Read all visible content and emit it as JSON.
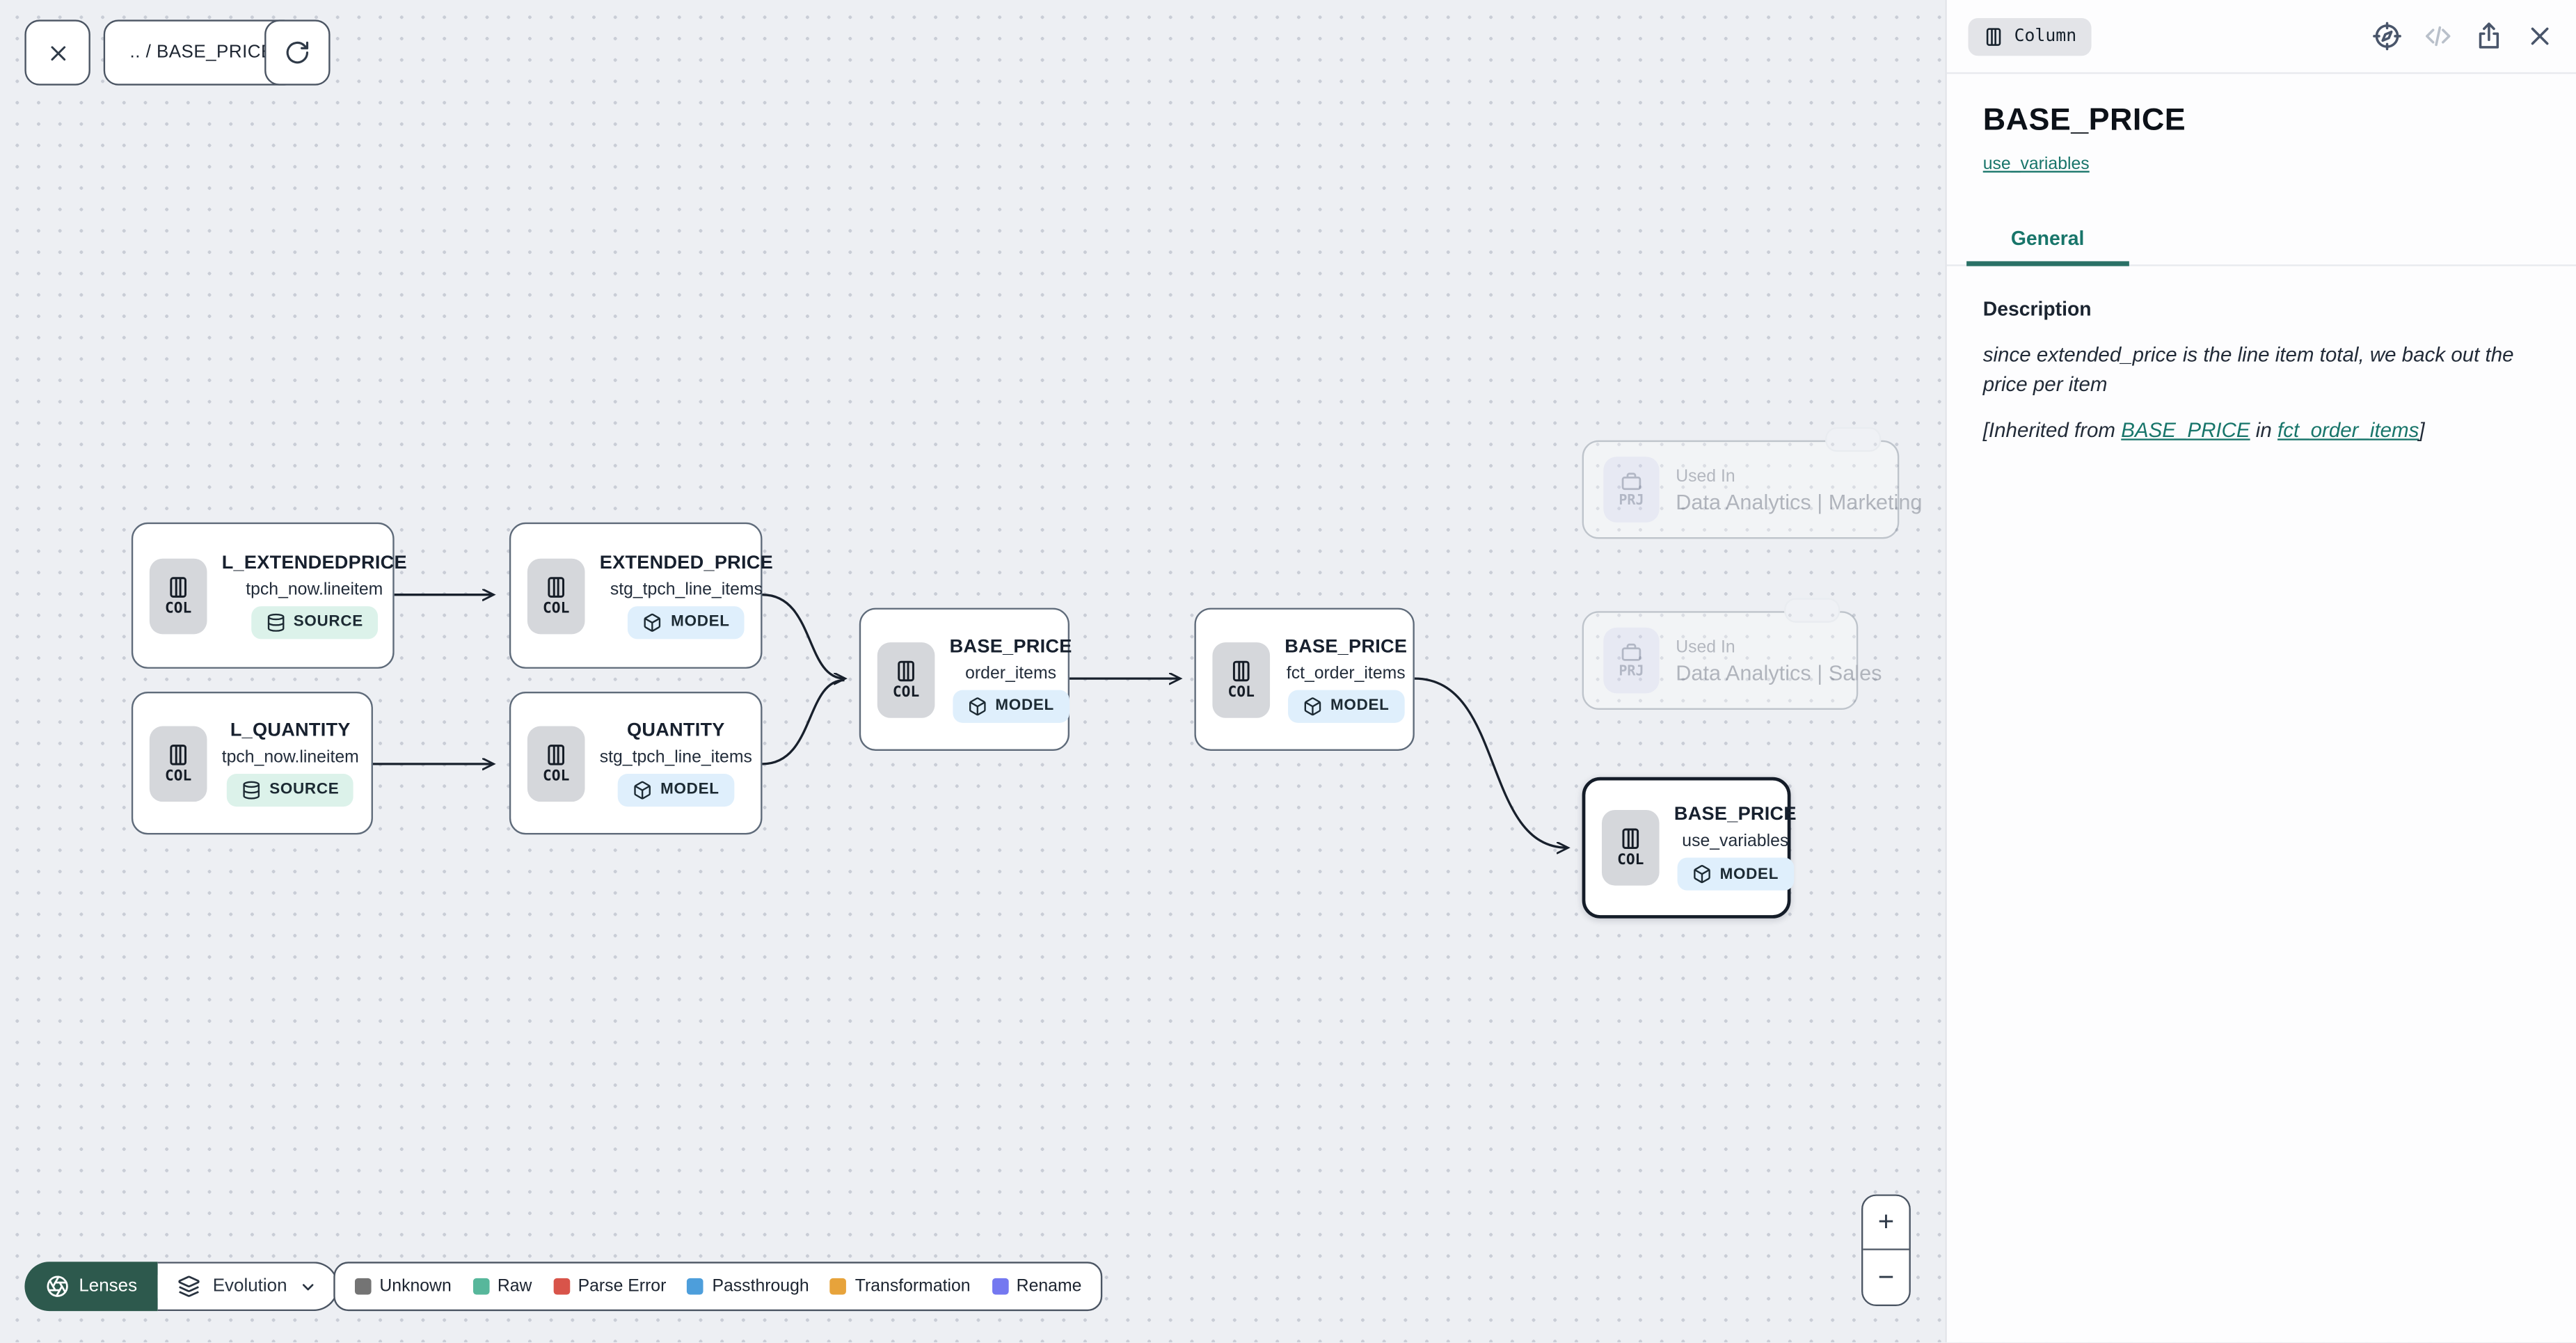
{
  "toolbar": {
    "breadcrumb": ".. / BASE_PRICE"
  },
  "panel": {
    "type_chip": "Column",
    "title": "BASE_PRICE",
    "model_link": "use_variables",
    "tabs": [
      {
        "label": "General"
      }
    ],
    "description": {
      "label": "Description",
      "text": "since extended_price is the line item total, we back out the price per item",
      "inherited_prefix": "[Inherited from ",
      "inherited_column_link": "BASE_PRICE",
      "inherited_connector": " in ",
      "inherited_model_link": "fct_order_items",
      "inherited_suffix": "]"
    }
  },
  "canvas": {
    "nodes": [
      {
        "type_badge": "RAW",
        "title": "L_EXTENDEDPRICE",
        "subtitle": "tpch_now.lineitem",
        "kind": "SOURCE",
        "icon_label": "COL"
      },
      {
        "type_badge": "RENAME",
        "title": "EXTENDED_PRICE",
        "subtitle": "stg_tpch_line_items",
        "kind": "MODEL",
        "icon_label": "COL"
      },
      {
        "type_badge": "RAW",
        "title": "L_QUANTITY",
        "subtitle": "tpch_now.lineitem",
        "kind": "SOURCE",
        "icon_label": "COL"
      },
      {
        "type_badge": "RENAME",
        "title": "QUANTITY",
        "subtitle": "stg_tpch_line_items",
        "kind": "MODEL",
        "icon_label": "COL"
      },
      {
        "type_badge": "TRANSFORMATION",
        "title": "BASE_PRICE",
        "subtitle": "order_items",
        "kind": "MODEL",
        "icon_label": "COL"
      },
      {
        "type_badge": "PASSTHROUGH",
        "title": "BASE_PRICE",
        "subtitle": "fct_order_items",
        "kind": "MODEL",
        "icon_label": "COL"
      },
      {
        "type_badge": "PASSTHROUGH",
        "title": "BASE_PRICE",
        "subtitle": "use_variables",
        "kind": "MODEL",
        "icon_label": "COL"
      }
    ],
    "used_in": [
      {
        "label": "Used In",
        "name": "Data Analytics | Marketing",
        "icon_label": "PRJ"
      },
      {
        "label": "Used In",
        "name": "Data Analytics | Sales",
        "icon_label": "PRJ"
      }
    ]
  },
  "footer": {
    "lenses_label": "Lenses",
    "lens_selected": "Evolution",
    "legend": [
      {
        "label": "Unknown",
        "color": "#747474"
      },
      {
        "label": "Raw",
        "color": "#57b79b"
      },
      {
        "label": "Parse Error",
        "color": "#d8544a"
      },
      {
        "label": "Passthrough",
        "color": "#4d9edb"
      },
      {
        "label": "Transformation",
        "color": "#e7a33b"
      },
      {
        "label": "Rename",
        "color": "#7478f0"
      }
    ]
  },
  "zoom_controls": {
    "zoom_in": "+",
    "zoom_out": "−"
  },
  "colors": {
    "accent_teal": "#18756a",
    "lenses_button": "#2d594d",
    "badge_raw_bg": "#c9f6e4",
    "badge_rename_bg": "#e0e2fb",
    "badge_transformation_bg": "#fcefc3",
    "badge_passthrough_bg": "#d8eafa"
  }
}
